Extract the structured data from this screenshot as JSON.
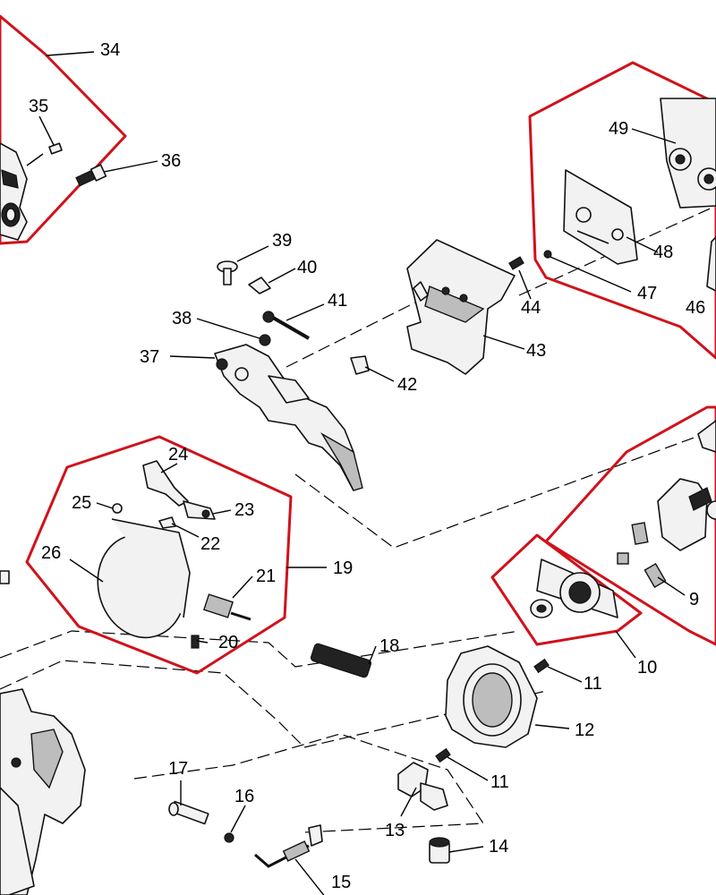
{
  "labels": {
    "n9": "9",
    "n10": "10",
    "n11a": "11",
    "n11b": "11",
    "n12": "12",
    "n13": "13",
    "n14": "14",
    "n15": "15",
    "n16": "16",
    "n17": "17",
    "n18": "18",
    "n19": "19",
    "n20": "20",
    "n21": "21",
    "n22": "22",
    "n23": "23",
    "n24": "24",
    "n25": "25",
    "n26": "26",
    "n34": "34",
    "n35": "35",
    "n36": "36",
    "n37": "37",
    "n38": "38",
    "n39": "39",
    "n40": "40",
    "n41": "41",
    "n42": "42",
    "n43": "43",
    "n44": "44",
    "n46": "46",
    "n47": "47",
    "n48": "48",
    "n49": "49"
  },
  "colors": {
    "group_outline": "#d0121b",
    "line": "#000000"
  }
}
